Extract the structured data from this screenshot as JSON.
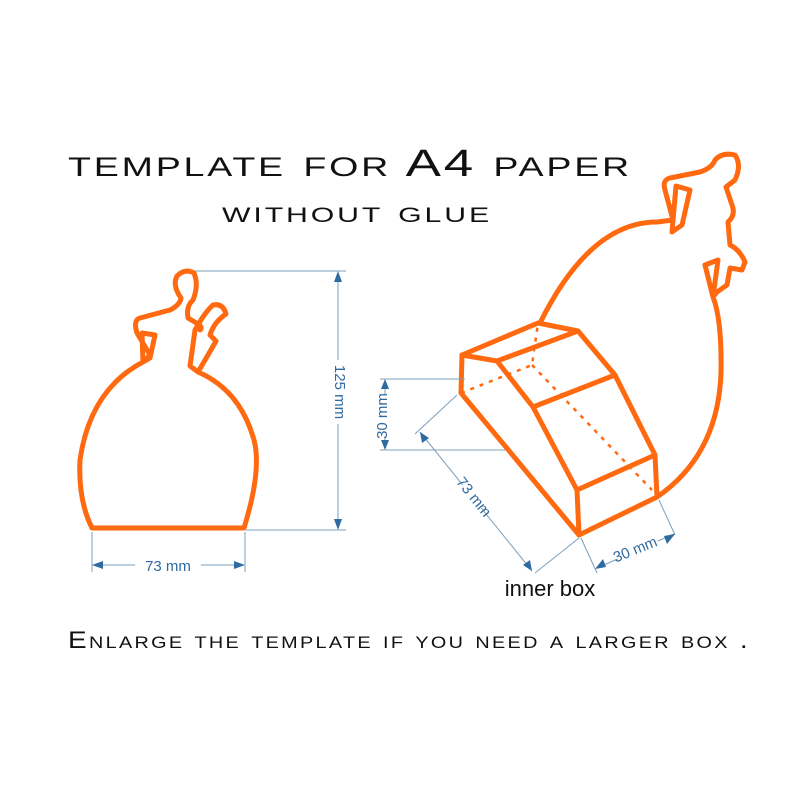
{
  "title": "template for A4 paper",
  "subtitle": "without glue",
  "footer": "Enlarge the template if you need a larger box .",
  "template": {
    "height_label": "125 mm",
    "width_label": "73 mm"
  },
  "inner_box": {
    "label": "inner box",
    "height_label": "30 mm",
    "length_label": "73 mm",
    "width_label": "30 mm"
  },
  "colors": {
    "outline": "#ff6a10",
    "dimension": "#2f6aa0"
  }
}
